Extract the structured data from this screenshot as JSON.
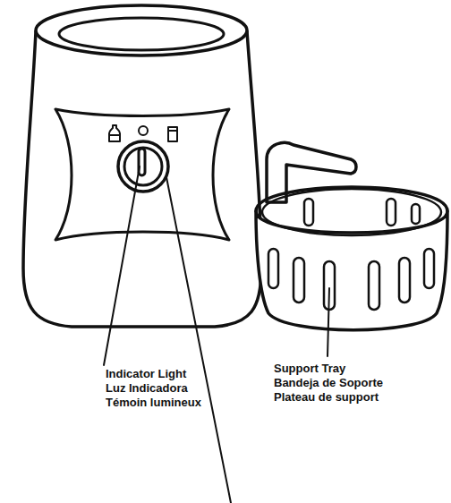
{
  "diagram": {
    "labels": [
      "Indicator Light",
      "Luz Indicadora",
      "Témoin lumineux",
      "Support Tray",
      "Bandeja de Soporte",
      "Plateau de support"
    ]
  }
}
